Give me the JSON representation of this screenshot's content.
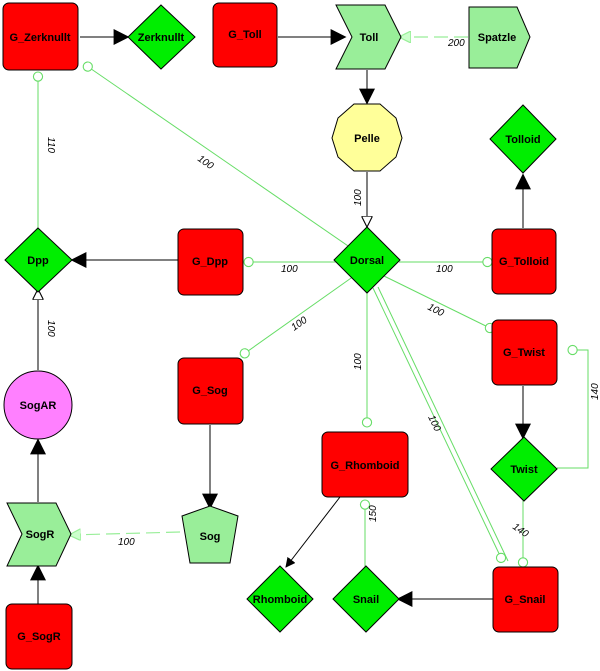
{
  "colors": {
    "gene": "#ff0000",
    "protein": "#00ee00",
    "pelle": "#ffff99",
    "sogar": "#ff80ff",
    "ligand": "#99ee99",
    "link": "#66dd66",
    "arrow": "#000000"
  },
  "nodes": {
    "g_zerknullt": "G_Zerknullt",
    "zerknullt": "Zerknullt",
    "g_toll": "G_Toll",
    "toll": "Toll",
    "spatzle": "Spatzle",
    "pelle": "Pelle",
    "tolloid": "Tolloid",
    "dpp": "Dpp",
    "g_dpp": "G_Dpp",
    "dorsal": "Dorsal",
    "g_tolloid": "G_Tolloid",
    "g_twist": "G_Twist",
    "sogar": "SogAR",
    "g_sog": "G_Sog",
    "g_rhomboid": "G_Rhomboid",
    "twist": "Twist",
    "sogr": "SogR",
    "sog": "Sog",
    "rhomboid": "Rhomboid",
    "snail": "Snail",
    "g_snail": "G_Snail",
    "g_sogr": "G_SogR"
  },
  "edge_labels": {
    "spatzle_toll": "200",
    "pelle_dorsal": "100",
    "dorsal_zerknullt": "100",
    "dpp_zerknullt": "110",
    "dorsal_gdpp": "100",
    "dorsal_gtolloid": "100",
    "dorsal_gsog": "100",
    "dorsal_gtwist": "100",
    "dorsal_grhomboid": "100",
    "dorsal_gsnail": "100",
    "sogar_dpp": "100",
    "twist_gtwist": "140",
    "twist_gsnail": "140",
    "snail_grhomboid": "150",
    "sog_sogr": "100"
  }
}
